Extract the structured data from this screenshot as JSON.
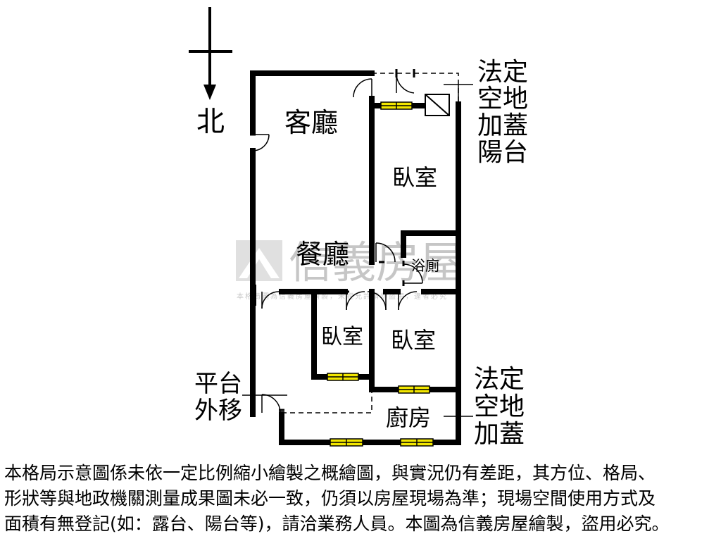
{
  "compass": {
    "north_label": "北"
  },
  "rooms": {
    "living_room": "客廳",
    "dining_room": "餐廳",
    "bedroom_master": "臥室",
    "bathroom": "浴廁",
    "bedroom_small": "臥室",
    "bedroom_middle": "臥室",
    "kitchen": "廚房"
  },
  "annotations": {
    "balcony_note": [
      "法定",
      "空地",
      "加蓋",
      "陽台"
    ],
    "kitchen_note": [
      "法定",
      "空地",
      "加蓋"
    ],
    "platform_note": [
      "平台",
      "外移"
    ]
  },
  "watermark": {
    "brand": "信義房屋",
    "small_text": "本格局圖為信義房屋繪製，未經允許請勿盜用，違者必究"
  },
  "disclaimer": [
    "本格局示意圖係未依一定比例縮小繪製之概繪圖，與實況仍有差距，其方位、格局、",
    "形狀等與地政機關測量成果圖未必一致，仍須以房屋現場為準；現場空間使用方式及",
    "面積有無登記(如：露台、陽台等)，請洽業務人員。本圖為信義房屋繪製，盜用必究。"
  ]
}
